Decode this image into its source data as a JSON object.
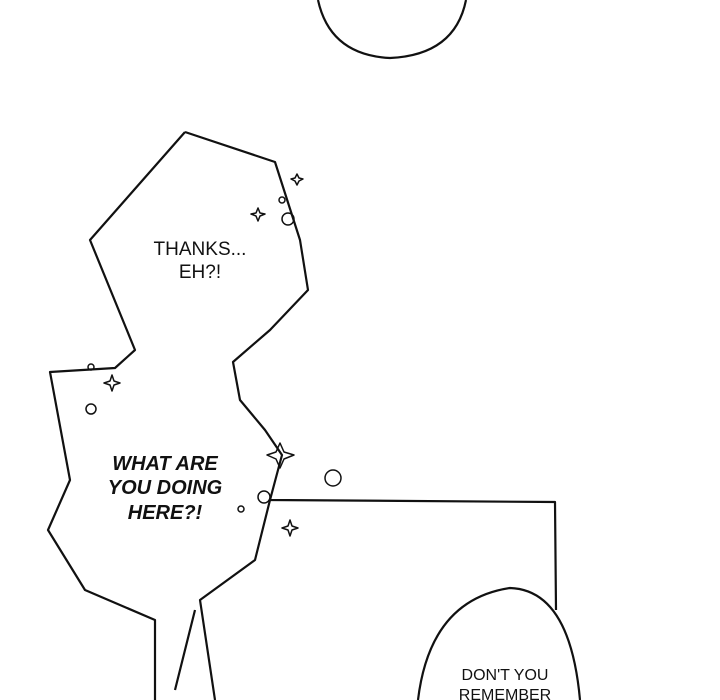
{
  "bubbles": [
    {
      "lines": [
        "THANKS...",
        "EH?!"
      ]
    },
    {
      "lines": [
        "WHAT ARE",
        "YOU DOING",
        "HERE?!"
      ]
    },
    {
      "lines": [
        "DON'T YOU",
        "REMEMBER"
      ]
    }
  ],
  "colors": {
    "ink": "#111111",
    "paper": "#ffffff"
  }
}
